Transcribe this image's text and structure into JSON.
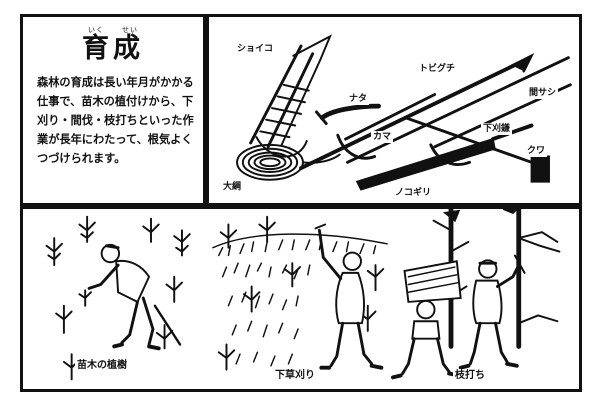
{
  "intro": {
    "ruby": [
      "いく",
      "せい"
    ],
    "title": "育成",
    "body": "森林の育成は長い年月がかかる仕事で、苗木の植付けから、下刈り・間伐・枝打ちといった作業が長年にわたって、根気よくつづけられます。"
  },
  "tools": {
    "labels": [
      "ショイコ",
      "トビグチ",
      "ナタ",
      "間サシ",
      "カマ",
      "下刈鎌",
      "クワ",
      "大綱",
      "ノコギリ"
    ]
  },
  "scenes": {
    "captions": [
      "苗木の植樹",
      "下草刈り",
      "枝打ち"
    ]
  }
}
